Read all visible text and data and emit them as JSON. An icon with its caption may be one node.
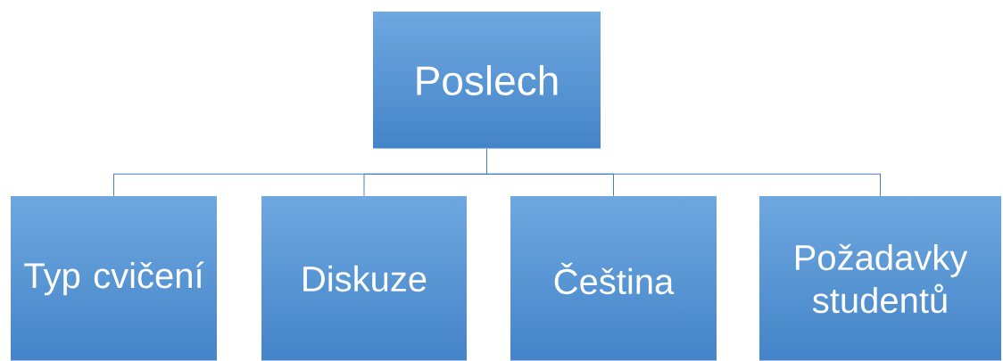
{
  "diagram": {
    "nodes": [
      {
        "text": [
          "Poslech"
        ]
      },
      {
        "text": [
          "Typ cvičení"
        ]
      },
      {
        "text": [
          "Diskuze"
        ]
      },
      {
        "text": [
          "Čeština"
        ]
      },
      {
        "text": [
          "Požadavky studentů"
        ]
      }
    ],
    "edges": [
      {
        "from": 0,
        "to": 1,
        "arrow": "none"
      },
      {
        "from": 0,
        "to": 2,
        "arrow": "none"
      },
      {
        "from": 0,
        "to": 3,
        "arrow": "none"
      },
      {
        "from": 0,
        "to": 4,
        "arrow": "none"
      }
    ]
  }
}
